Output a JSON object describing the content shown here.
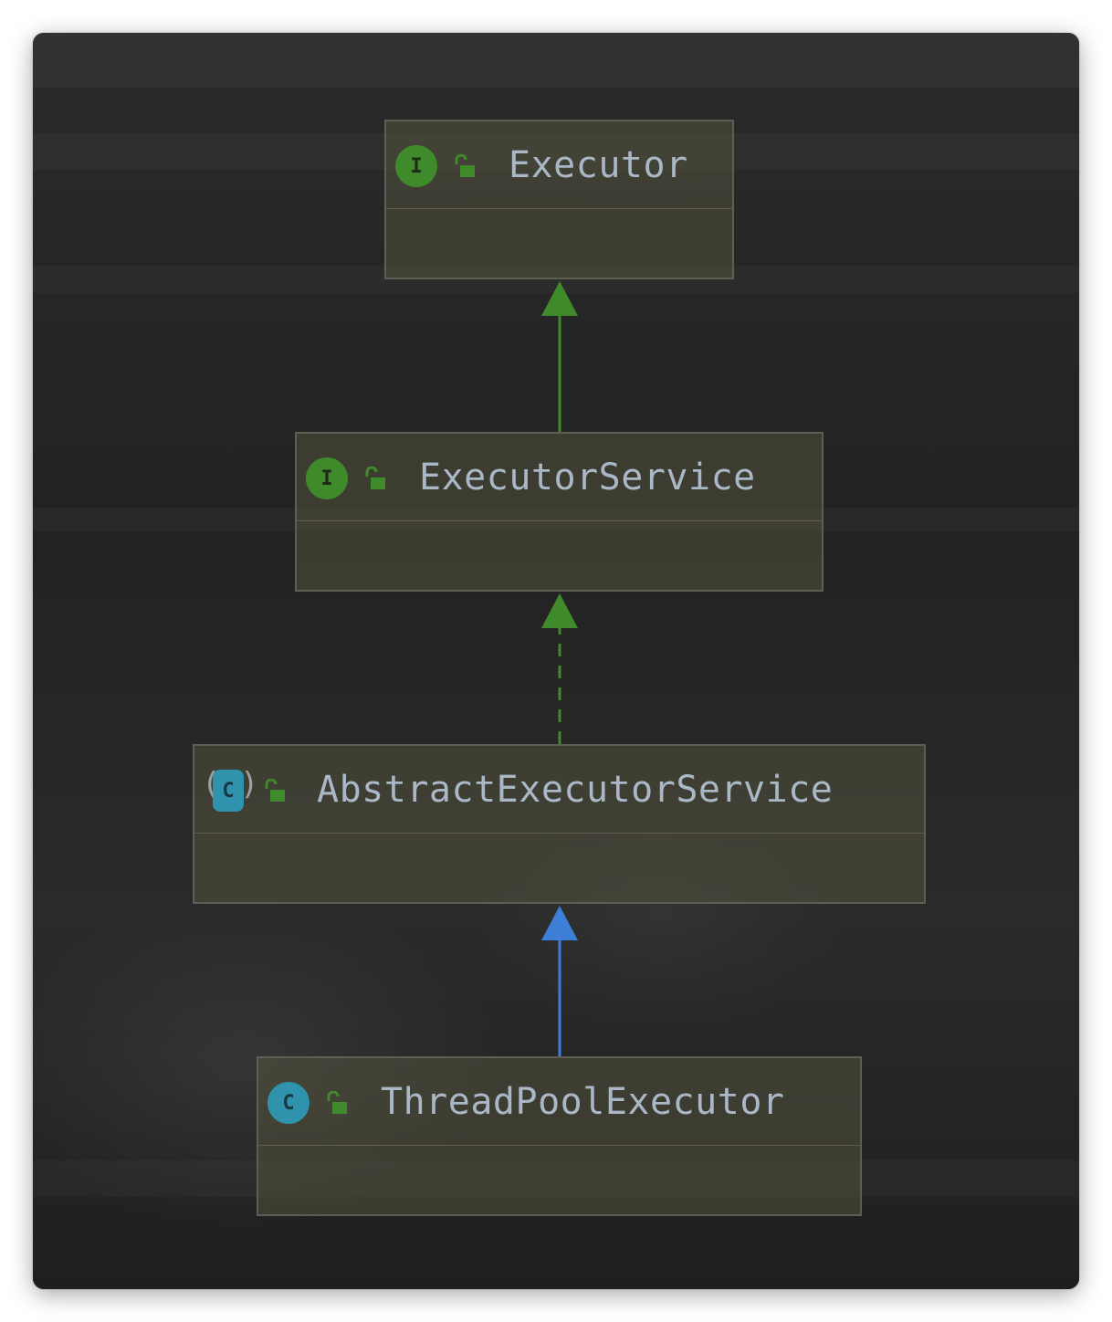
{
  "diagram": {
    "nodes": [
      {
        "id": "executor",
        "kind": "interface",
        "badge": "I",
        "visibility": "public",
        "name": "Executor"
      },
      {
        "id": "executor-service",
        "kind": "interface",
        "badge": "I",
        "visibility": "public",
        "name": "ExecutorService"
      },
      {
        "id": "abstract-executor-service",
        "kind": "abstract-class",
        "badge": "C",
        "visibility": "public",
        "name": "AbstractExecutorService"
      },
      {
        "id": "thread-pool-executor",
        "kind": "class",
        "badge": "C",
        "visibility": "public",
        "name": "ThreadPoolExecutor"
      }
    ],
    "edges": [
      {
        "from": "executor-service",
        "to": "executor",
        "relation": "extends",
        "line": "solid",
        "color": "#3f8a2a"
      },
      {
        "from": "abstract-executor-service",
        "to": "executor-service",
        "relation": "implements",
        "line": "dashed",
        "color": "#3f8a2a"
      },
      {
        "from": "thread-pool-executor",
        "to": "abstract-executor-service",
        "relation": "extends",
        "line": "solid",
        "color": "#3d7fd6"
      }
    ]
  },
  "colors": {
    "interface_badge": "#3f8a2a",
    "class_badge": "#2f93ae",
    "lock_icon": "#3f8a2a",
    "node_text": "#a9b7c6",
    "node_border": "#5f5e55"
  },
  "icons": {
    "interface": "interface-icon",
    "class": "class-icon",
    "abstract_class": "abstract-class-icon",
    "visibility": "unlocked-padlock-icon"
  }
}
